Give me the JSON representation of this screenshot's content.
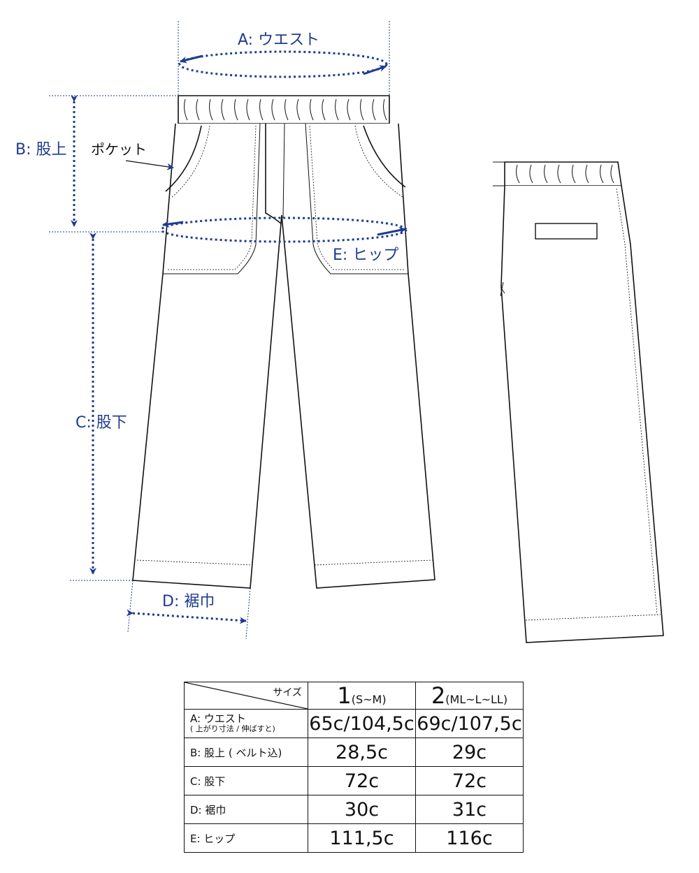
{
  "labels": {
    "waist": "A: ウエスト",
    "rise": "B: 股上",
    "inseam": "C: 股下",
    "hem": "D: 裾巾",
    "hip": "E: ヒップ",
    "pocket": "ポケット"
  },
  "colors": {
    "measure": "#1f3b8f",
    "line": "#111111"
  },
  "table": {
    "corner": "サイズ",
    "sizes": [
      {
        "num": "1",
        "range": "(S~M)"
      },
      {
        "num": "2",
        "range": "(ML~L~LL)"
      }
    ],
    "rows": [
      {
        "label": "A: ウエスト",
        "sublabel": "( 上がり寸法 / 伸ばすと)",
        "values": [
          "65c/104,5c",
          "69c/107,5c"
        ]
      },
      {
        "label": "B: 股上 ( ベルト込)",
        "values": [
          "28,5c",
          "29c"
        ]
      },
      {
        "label": "C: 股下",
        "values": [
          "72c",
          "72c"
        ]
      },
      {
        "label": "D: 裾巾",
        "values": [
          "30c",
          "31c"
        ]
      },
      {
        "label": "E: ヒップ",
        "values": [
          "111,5c",
          "116c"
        ]
      }
    ]
  }
}
